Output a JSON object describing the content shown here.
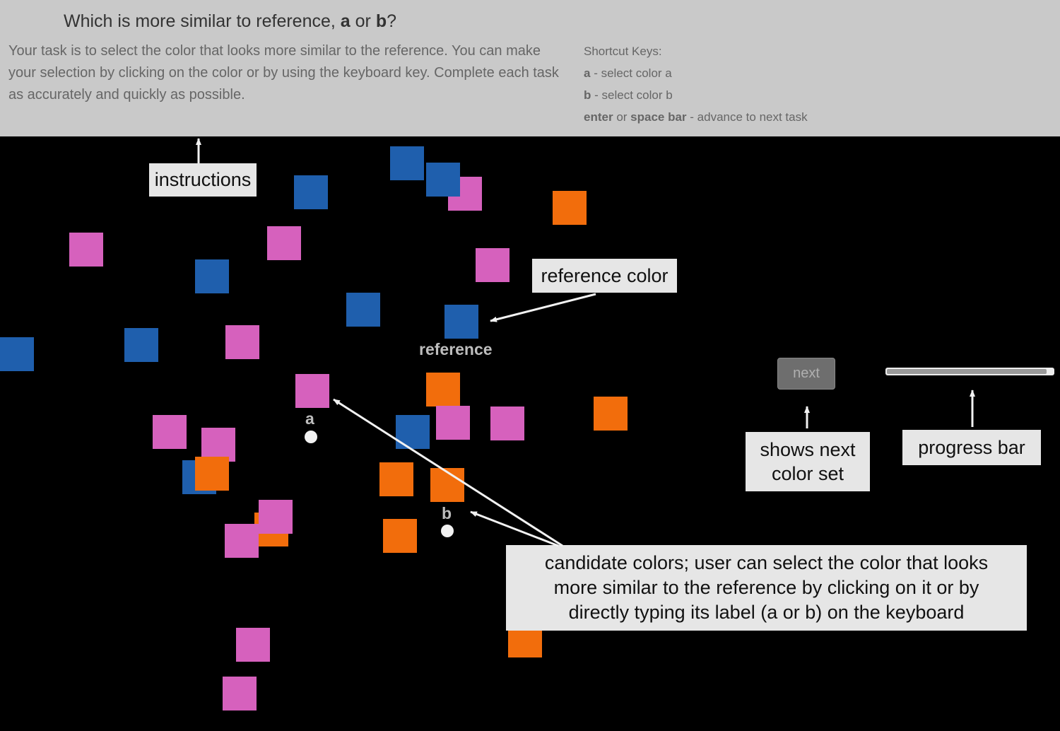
{
  "header": {
    "question_prefix": "Which is more similar to reference,",
    "question_a": "a",
    "question_or": "or",
    "question_b": "b",
    "question_suffix": "?",
    "task_text": "Your task is to select the color that looks more similar to the reference. You can make your selection by clicking on the color or by using the keyboard key. Complete each task as accurately and quickly as possible.",
    "shortcuts_title": "Shortcut Keys:",
    "shortcut_a_key": "a",
    "shortcut_a_desc": "- select color a",
    "shortcut_b_key": "b",
    "shortcut_b_desc": "- select color b",
    "shortcut_enter_key": "enter",
    "shortcut_or": "or",
    "shortcut_space_key": "space bar",
    "shortcut_enter_desc": "- advance to next task"
  },
  "stage": {
    "reference_label": "reference",
    "candidate_a_label": "a",
    "candidate_b_label": "b",
    "next_label": "next",
    "progress": 0.96,
    "colors": {
      "blue": "#1f5fad",
      "pink": "#d661bd",
      "orange": "#f26d0c",
      "background": "#000000",
      "header_bg": "#c9c9c9"
    }
  },
  "callouts": {
    "instructions": "instructions",
    "reference_color": "reference color",
    "next_line1": "shows next",
    "next_line2": "color set",
    "progress_bar": "progress bar",
    "candidates_line1": "candidate colors;  user can select the color that looks",
    "candidates_line2": "more similar to the reference by clicking on it or by",
    "candidates_line3": "directly typing its label (a or b) on the keyboard"
  }
}
